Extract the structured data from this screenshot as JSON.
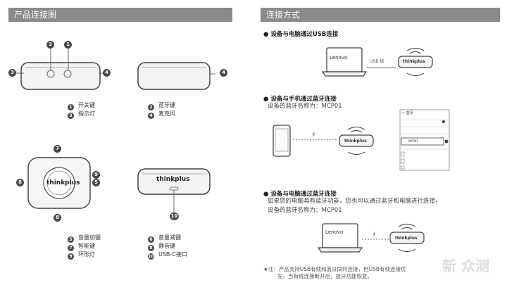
{
  "left_header": "产品连接图",
  "right_header": "连接方式",
  "brand": "thinkplus",
  "laptop_brand": "Lenovo",
  "usb_label": "USB 线",
  "callouts": [
    "1",
    "2",
    "3",
    "4",
    "5",
    "6",
    "7",
    "8",
    "9",
    "10"
  ],
  "legend_top_left": [
    {
      "num": "1",
      "label": "开关键"
    },
    {
      "num": "3",
      "label": "指示灯"
    }
  ],
  "legend_top_right": [
    {
      "num": "2",
      "label": "蓝牙键"
    },
    {
      "num": "4",
      "label": "麦克风"
    }
  ],
  "legend_bottom_left": [
    {
      "num": "5",
      "label": "音量加键"
    },
    {
      "num": "7",
      "label": "智能键"
    },
    {
      "num": "9",
      "label": "环形灯"
    }
  ],
  "legend_bottom_right": [
    {
      "num": "6",
      "label": "音量减键"
    },
    {
      "num": "8",
      "label": "静音键"
    },
    {
      "num": "10",
      "label": "USB-C接口"
    }
  ],
  "sections": {
    "usb": {
      "title": "● 设备与电脑通过USB连接"
    },
    "phone": {
      "title": "● 设备与手机通过蓝牙连接",
      "text": "设备的蓝牙名称为：MCP01"
    },
    "pc_bt": {
      "title": "● 设备与电脑通过蓝牙连接",
      "text1": "如果您的电脑具有蓝牙功能，您也可以通过蓝牙和电脑进行连接，",
      "text2": "设备的蓝牙名称为：MCP01"
    }
  },
  "settings_panel": {
    "title": "← 蓝牙",
    "device": "MCP01"
  },
  "note_line1": "★注：产品支持USB有线和蓝牙同时连接，但USB有线连接优",
  "note_line2": "先，当有线连接断开后，蓝牙功能恢复。",
  "watermark": "新 众测"
}
